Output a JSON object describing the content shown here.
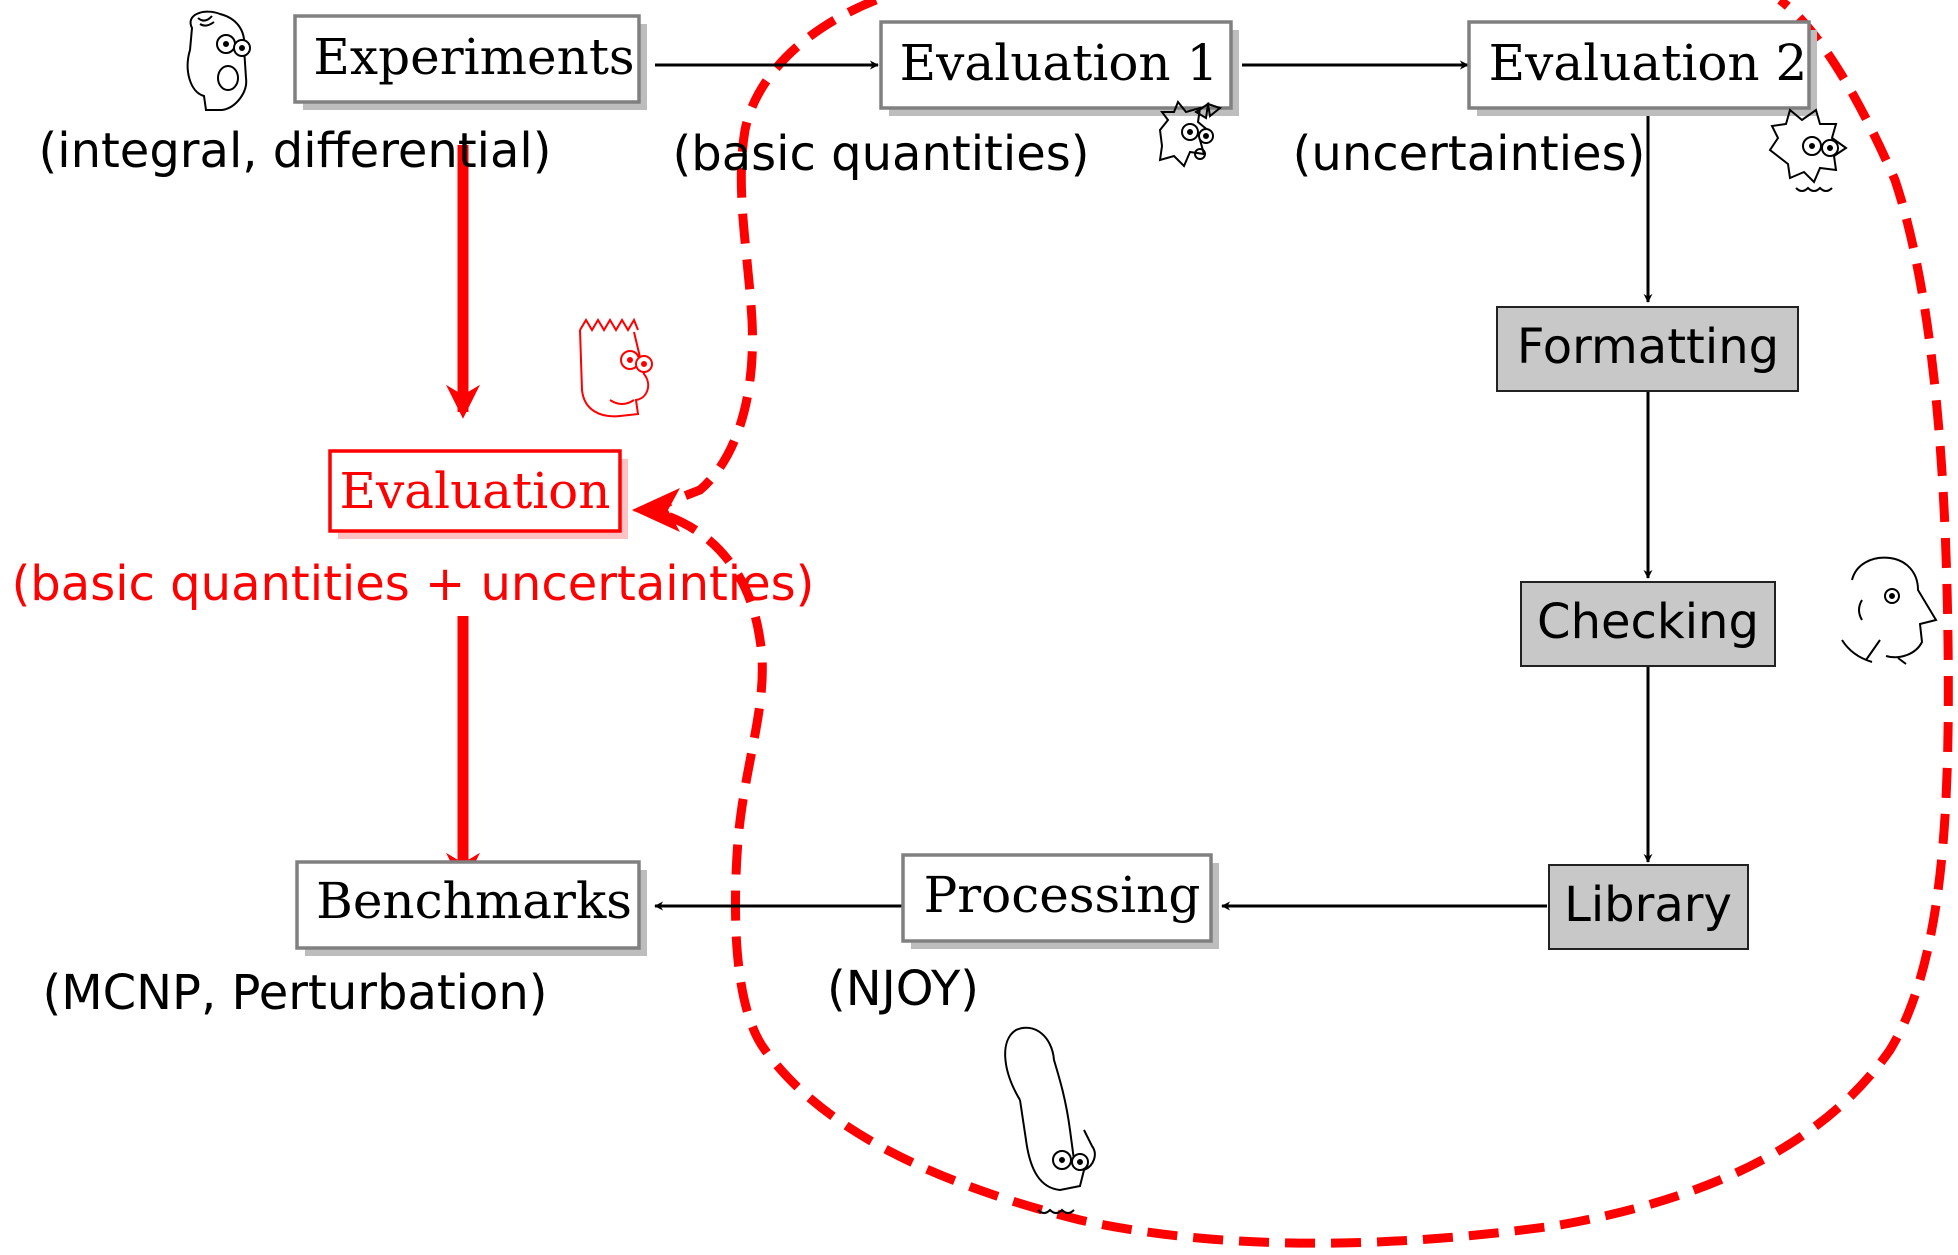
{
  "colors": {
    "accent": "#ff0000",
    "shaded_box": "#c8c8c8",
    "box_border": "#808080",
    "shadow": "#bdbdbd",
    "text": "#000000"
  },
  "nodes": {
    "experiments": "Experiments",
    "evaluation1": "Evaluation 1",
    "evaluation2": "Evaluation 2",
    "formatting": "Formatting",
    "checking": "Checking",
    "library": "Library",
    "processing": "Processing",
    "benchmarks": "Benchmarks",
    "evaluation": "Evaluation"
  },
  "annotations": {
    "experiments": "(integral, differential)",
    "evaluation1": "(basic quantities)",
    "evaluation2": "(uncertainties)",
    "evaluation": "(basic quantities + uncertainties)",
    "benchmarks": "(MCNP, Perturbation)",
    "processing": "(NJOY)"
  },
  "icons": [
    "homer-caricature-icon",
    "maggie-caricature-icon",
    "lisa-caricature-icon",
    "bart-caricature-icon",
    "burns-caricature-icon",
    "marge-caricature-icon"
  ]
}
